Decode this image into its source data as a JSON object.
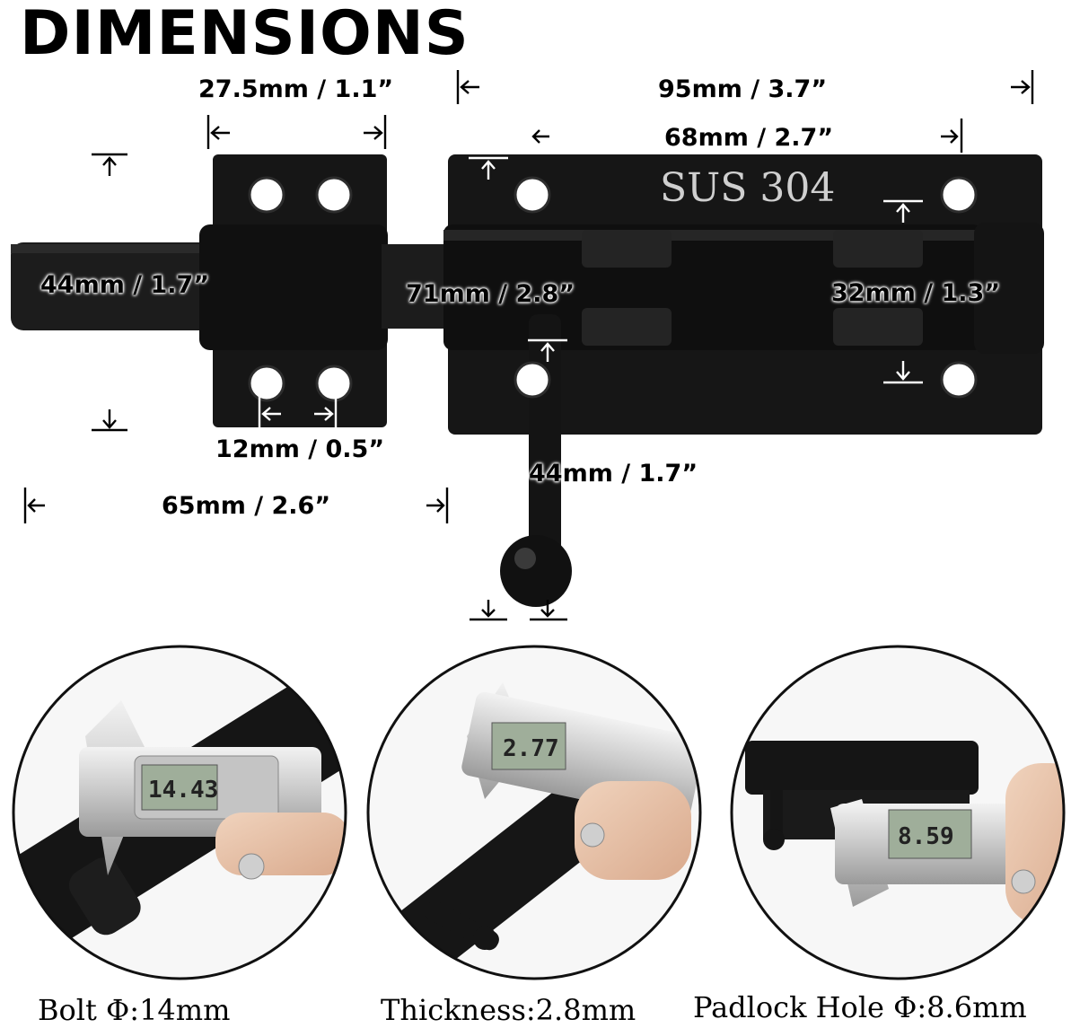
{
  "title": "DIMENSIONS",
  "colors": {
    "metal": "#141414",
    "background": "#ffffff"
  },
  "engraving": "SUS 304",
  "dimensions": {
    "handle_plate_width": "27.5mm / 1.1”",
    "total_plate_width": "95mm / 3.7”",
    "hole_spacing_main": "68mm / 2.7”",
    "total_height": "44mm / 1.7”",
    "plate_height": "71mm / 2.8”",
    "bolt_height": "32mm / 1.3”",
    "hole_spacing_small": "12mm / 0.5”",
    "handle_length": "44mm / 1.7”",
    "bolt_extension": "65mm / 2.6”"
  },
  "photos": [
    {
      "reading": "14.43",
      "caption": "Bolt  Φ:14mm"
    },
    {
      "reading": "2.77",
      "caption": "Thickness:2.8mm"
    },
    {
      "reading": "8.59",
      "caption": "Padlock  Hole  Φ:8.6mm"
    }
  ]
}
